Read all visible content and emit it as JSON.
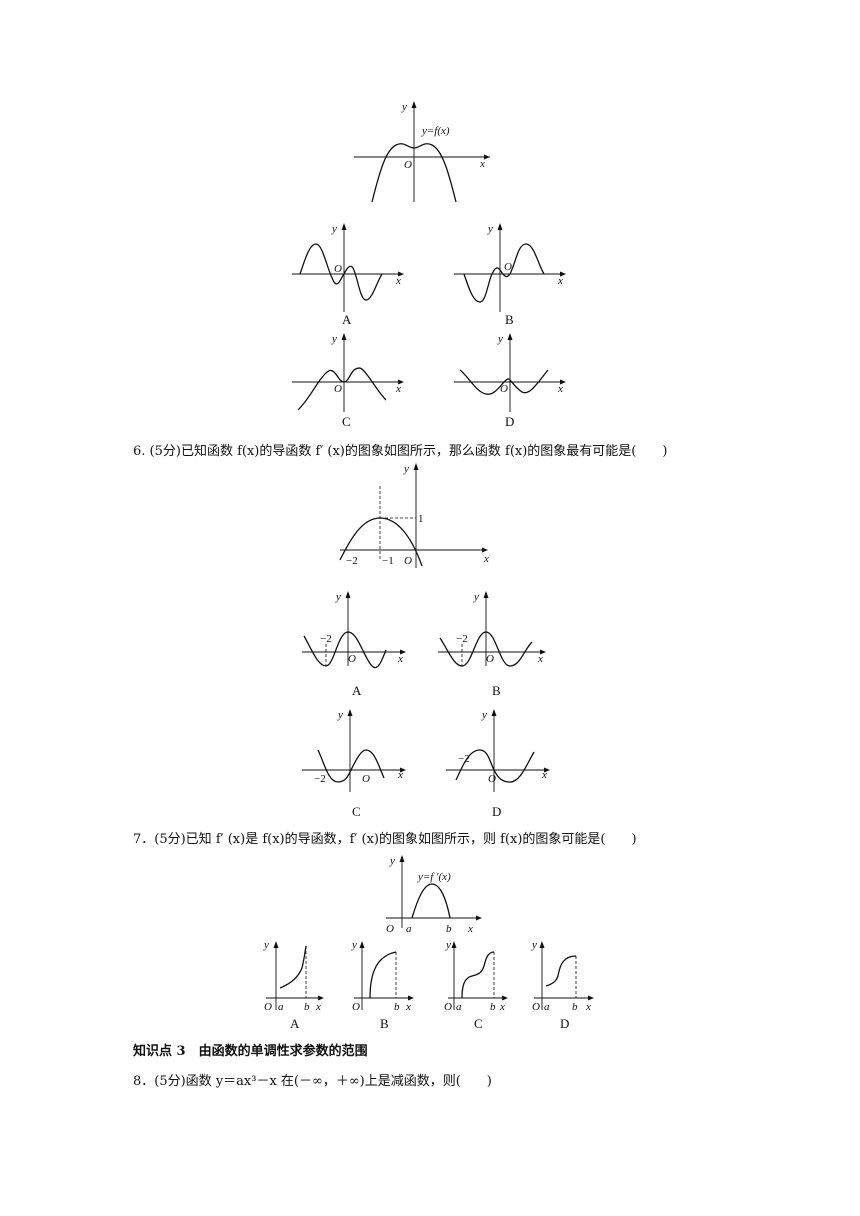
{
  "q5": {
    "main_graph": {
      "x": "x",
      "y": "y",
      "origin": "O",
      "label": "y=f(x)"
    },
    "option_labels": [
      "A",
      "B",
      "C",
      "D"
    ],
    "option_axis": {
      "x": "x",
      "y": "y",
      "origin": "O"
    }
  },
  "q6": {
    "text": "6. (5分)已知函数 f(x)的导函数 f′ (x)的图象如图所示，那么函数 f(x)的图象最有可能是(　　)",
    "main_graph": {
      "x": "x",
      "y": "y",
      "origin": "O",
      "tick_neg2": "−2",
      "tick_neg1": "−1",
      "tick_1": "1"
    },
    "option_labels": [
      "A",
      "B",
      "C",
      "D"
    ],
    "option_axis": {
      "x": "x",
      "y": "y",
      "origin": "O",
      "tick_neg2": "−2"
    }
  },
  "q7": {
    "text": "7．(5分)已知 f′ (x)是 f(x)的导函数，f′ (x)的图象如图所示，则 f(x)的图象可能是(　　)",
    "main_graph": {
      "x": "x",
      "y": "y",
      "origin": "O",
      "a": "a",
      "b": "b",
      "label": "y=f ′(x)"
    },
    "option_labels": [
      "A",
      "B",
      "C",
      "D"
    ],
    "option_axis": {
      "x": "x",
      "y": "y",
      "origin": "O",
      "a": "a",
      "b": "b"
    }
  },
  "section": {
    "heading": "知识点 3　由函数的单调性求参数的范围"
  },
  "q8": {
    "text": "8．(5分)函数 y＝ax³－x 在(－∞，＋∞)上是减函数，则(　　)"
  }
}
